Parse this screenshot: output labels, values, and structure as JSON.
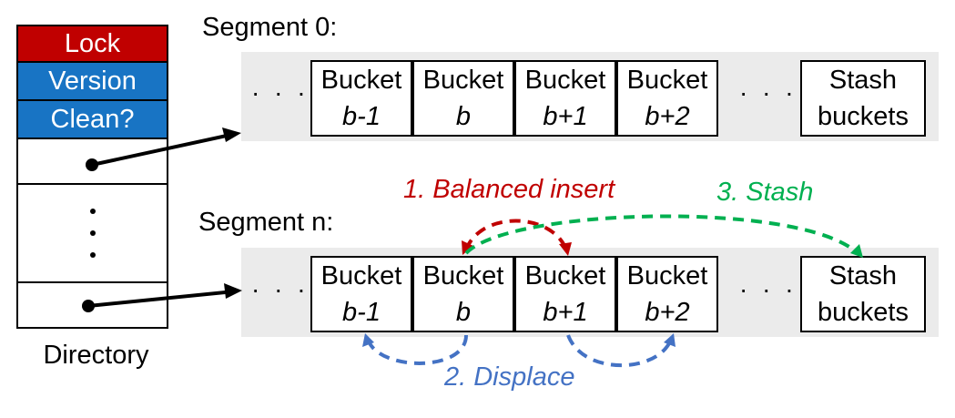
{
  "directory": {
    "lock_label": "Lock",
    "version_label": "Version",
    "clean_label": "Clean?",
    "vertical_ellipsis": "·\n·\n·",
    "label": "Directory"
  },
  "segments": [
    {
      "title": "Segment 0:",
      "ellipsis_left": "· · ·",
      "ellipsis_right": "· · ·",
      "buckets": [
        {
          "top": "Bucket",
          "bottom": "b-1"
        },
        {
          "top": "Bucket",
          "bottom": "b"
        },
        {
          "top": "Bucket",
          "bottom": "b+1"
        },
        {
          "top": "Bucket",
          "bottom": "b+2"
        }
      ],
      "stash": {
        "top": "Stash",
        "bottom": "buckets"
      }
    },
    {
      "title": "Segment n:",
      "ellipsis_left": "· · ·",
      "ellipsis_right": "· · ·",
      "buckets": [
        {
          "top": "Bucket",
          "bottom": "b-1"
        },
        {
          "top": "Bucket",
          "bottom": "b"
        },
        {
          "top": "Bucket",
          "bottom": "b+1"
        },
        {
          "top": "Bucket",
          "bottom": "b+2"
        }
      ],
      "stash": {
        "top": "Stash",
        "bottom": "buckets"
      }
    }
  ],
  "annotations": {
    "balanced_insert": "1. Balanced insert",
    "displace": "2. Displace",
    "stash": "3. Stash"
  },
  "colors": {
    "lock": "#c00000",
    "version": "#1874c4",
    "balanced_insert": "#c00000",
    "displace": "#4472c4",
    "stash": "#00b050",
    "segment_background": "#ebebeb"
  }
}
